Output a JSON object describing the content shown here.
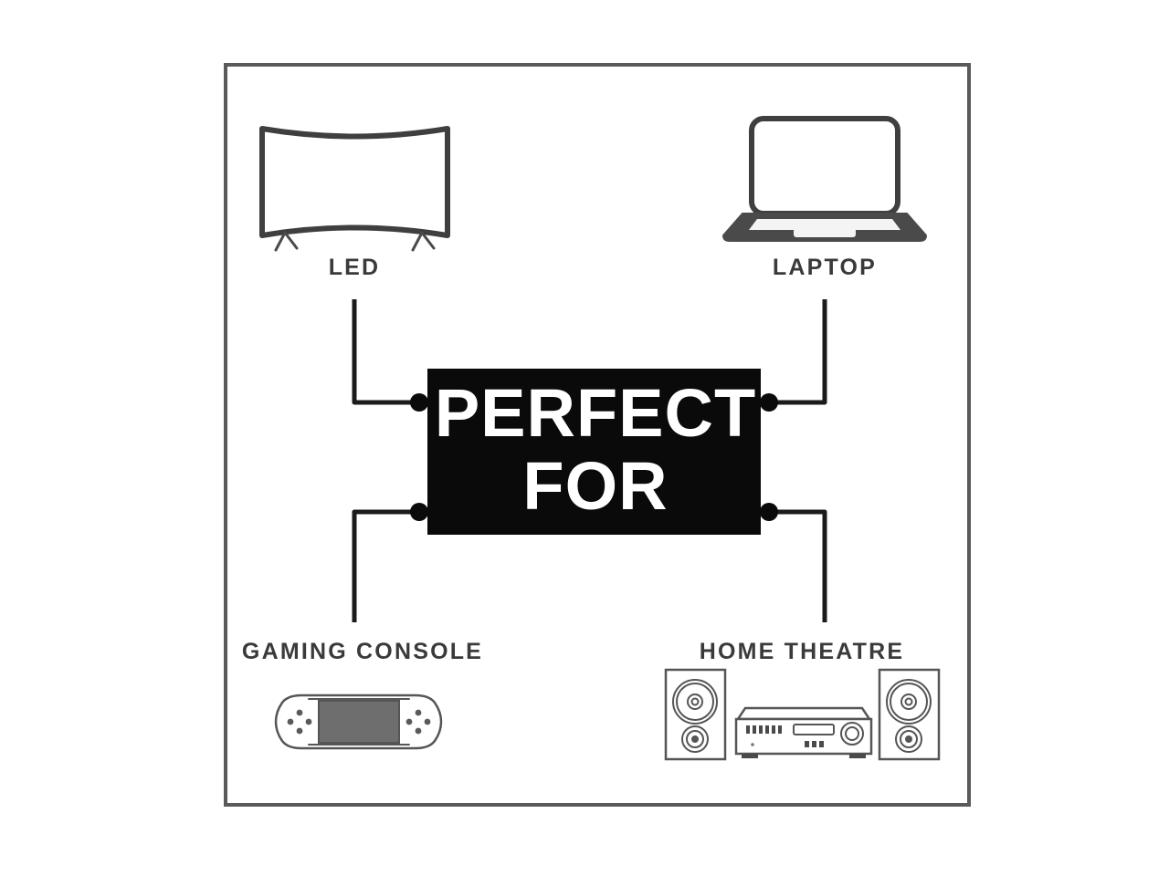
{
  "poster": {
    "background_color": "#ffffff",
    "frame": {
      "border_color": "#5a5a5a",
      "fill_color": "#ffffff"
    }
  },
  "center": {
    "box_color": "#0a0a0a",
    "text_color": "#ffffff",
    "line1": "PERFECT",
    "line2": "FOR"
  },
  "nodes": [
    {
      "id": "led",
      "label": "LED",
      "icon": "curved-tv-icon",
      "position": "top-left",
      "connector": "elbow-down-right"
    },
    {
      "id": "laptop",
      "label": "LAPTOP",
      "icon": "laptop-icon",
      "position": "top-right",
      "connector": "elbow-down-left"
    },
    {
      "id": "gaming-console",
      "label": "GAMING CONSOLE",
      "icon": "handheld-console-icon",
      "position": "bottom-left",
      "connector": "elbow-up-right"
    },
    {
      "id": "home-theatre",
      "label": "HOME THEATRE",
      "icon": "home-theatre-icon",
      "position": "bottom-right",
      "connector": "elbow-up-left"
    }
  ],
  "connector_dots": {
    "count": 4,
    "color": "#0a0a0a"
  },
  "palette": {
    "ink": "#3f3f3f",
    "line": "#1b1b1b",
    "screen_gray": "#6e6e6e",
    "panel_light": "#f2f2f2"
  }
}
